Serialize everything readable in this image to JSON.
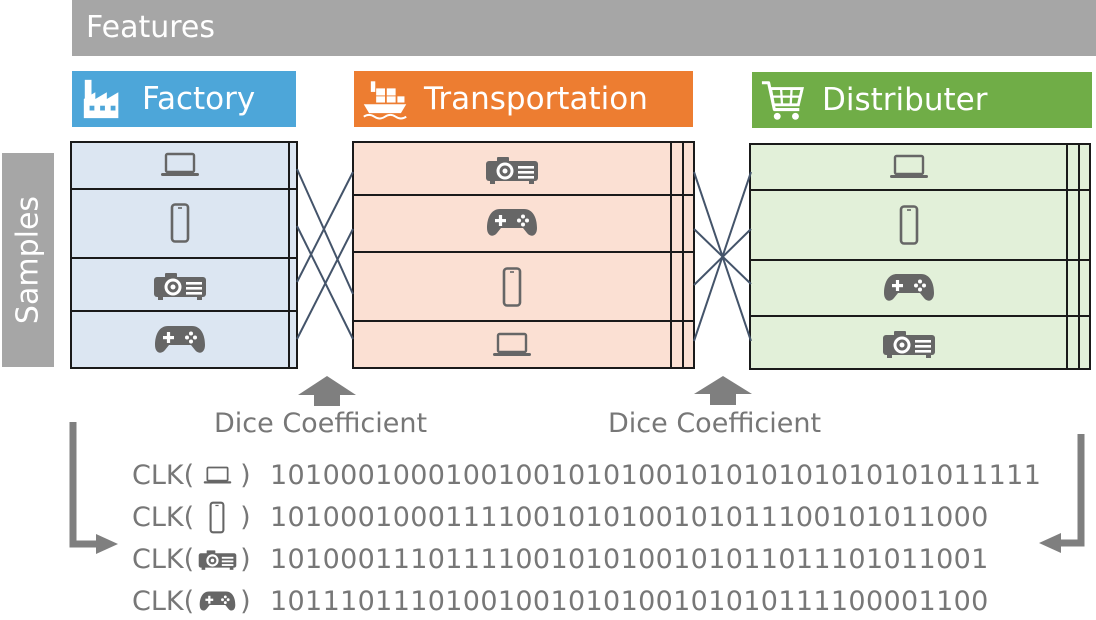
{
  "features": "Features",
  "samples": "Samples",
  "parties": [
    {
      "name": "Factory",
      "icon": "factory-icon",
      "color": "#4da6d9",
      "cell_color": "#dce6f2",
      "rows": [
        "laptop-icon",
        "phone-icon",
        "projector-icon",
        "gamepad-icon"
      ]
    },
    {
      "name": "Transportation",
      "icon": "ship-icon",
      "color": "#ed7d31",
      "cell_color": "#fbe0d3",
      "rows": [
        "projector-icon",
        "gamepad-icon",
        "phone-icon",
        "laptop-icon"
      ]
    },
    {
      "name": "Distributer",
      "icon": "cart-icon",
      "color": "#70ad47",
      "cell_color": "#e2f0d9",
      "rows": [
        "laptop-icon",
        "phone-icon",
        "gamepad-icon",
        "projector-icon"
      ]
    }
  ],
  "dice_label": "Dice Coefficient",
  "clk": {
    "prefix": "CLK(",
    "suffix": ")",
    "rows": [
      {
        "icon": "laptop-icon",
        "bits": "10100010001001001010100101010101010101011111"
      },
      {
        "icon": "phone-icon",
        "bits": "10100010001111001010100101011100101011000"
      },
      {
        "icon": "projector-icon",
        "bits": "10100011101111001010100101011011101011001"
      },
      {
        "icon": "gamepad-icon",
        "bits": "10111011101001001010100101010111100001100"
      }
    ]
  }
}
